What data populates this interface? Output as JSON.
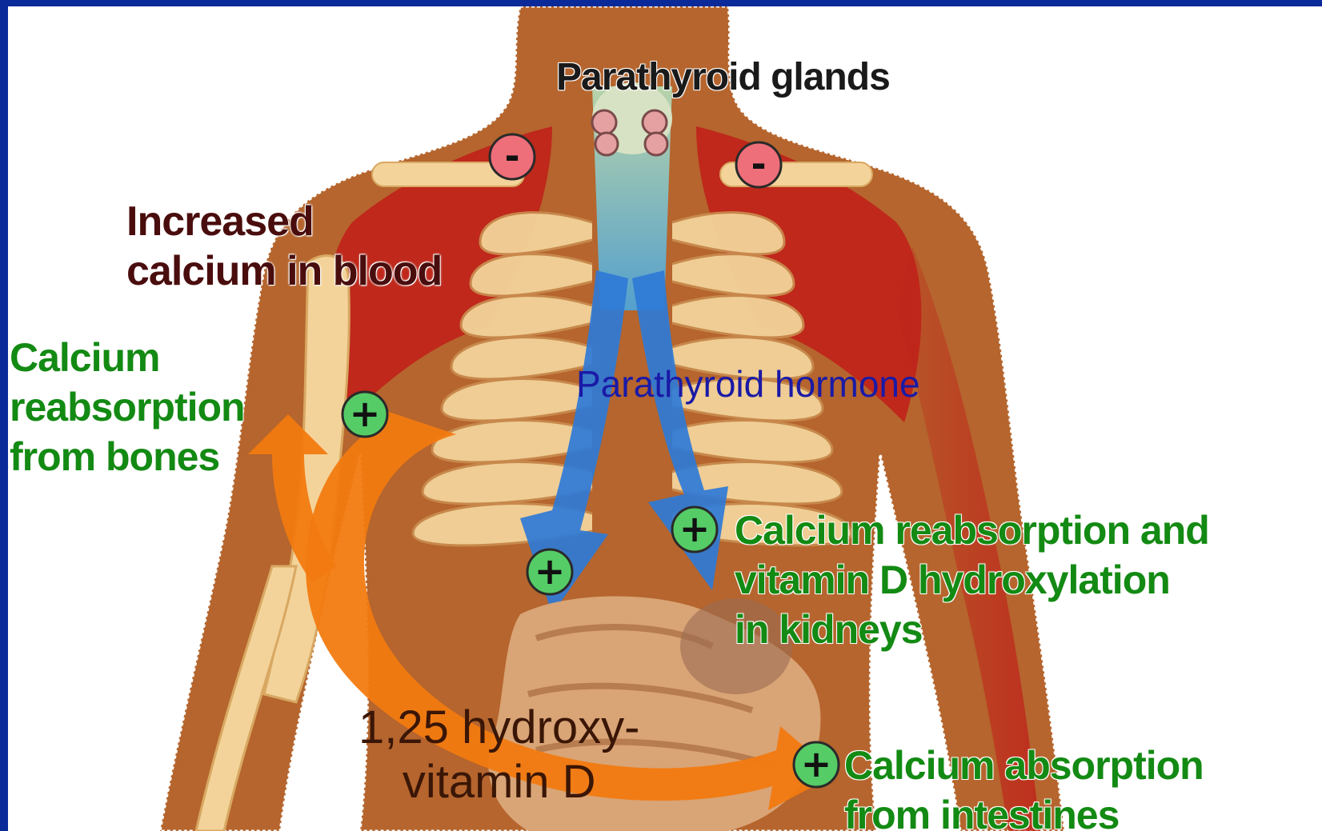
{
  "colors": {
    "frame": "#0b2a9a",
    "skin": "#b5652d",
    "muscle": "#c0211a",
    "bone": "#f3d39a",
    "hormone_arrow": "#2f7ad6",
    "vitamin_d_arrow": "#f27a10",
    "plus_badge": "#55cc66",
    "minus_badge": "#ee6f7a"
  },
  "labels": {
    "parathyroid_glands": "Parathyroid glands",
    "increased_calcium": [
      "Increased",
      "calcium in blood"
    ],
    "calcium_bones": [
      "Calcium",
      "reabsorption",
      "from bones"
    ],
    "parathyroid_hormone": "Parathyroid hormone",
    "calcium_kidneys": [
      "Calcium reabsorption and",
      "vitamin D hydroxylation",
      "in kidneys"
    ],
    "vitamin_d": [
      "1,25 hydroxy-",
      "vitamin D"
    ],
    "calcium_intestines": [
      "Calcium absorption",
      "from intestines"
    ]
  },
  "badges": {
    "plus_symbol": "+",
    "minus_symbol": "-"
  }
}
